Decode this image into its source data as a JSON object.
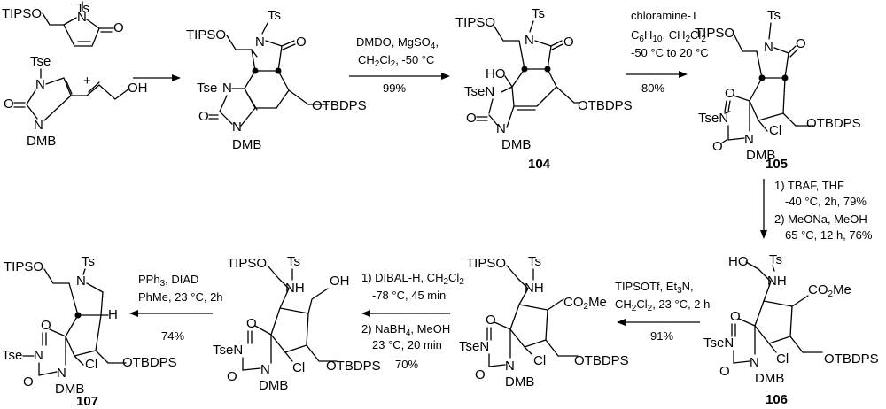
{
  "scheme": {
    "start": {
      "atoms": [
        "TIPSO",
        "N",
        "Ts",
        "O",
        "Tse",
        "N",
        "O",
        "N",
        "DMB",
        "OH"
      ],
      "plus": "+"
    },
    "intermediate": {
      "atoms": [
        "TIPSO",
        "N",
        "Ts",
        "O",
        "Tse",
        "N",
        "O",
        "N",
        "DMB",
        "OTBDPS"
      ]
    },
    "step1": {
      "reagent": "DMDO, MgSO",
      "reagent_sub": "4",
      "solvent": "CH",
      "solvent_sub1": "2",
      "solvent_mid": "Cl",
      "solvent_sub2": "2",
      "temp": ", -50 °C",
      "yield": "99%"
    },
    "c104": {
      "label": "104",
      "atoms": [
        "TIPSO",
        "N",
        "Ts",
        "O",
        "HO",
        "TseN",
        "O",
        "N",
        "DMB",
        "OTBDPS"
      ]
    },
    "step2": {
      "line1": "chloramine-T",
      "line2a": "C",
      "line2b": "6",
      "line2c": "H",
      "line2d": "10",
      "line2e": ", CH",
      "line2f": "2",
      "line2g": "Cl",
      "line2h": "2",
      "line3": "-50 °C to 20 °C",
      "yield": "80%"
    },
    "c105": {
      "label": "105",
      "atoms": [
        "TIPSO",
        "N",
        "Ts",
        "O",
        "O",
        "TseN",
        "N",
        "O",
        "DMB",
        "Cl",
        "OTBDPS"
      ]
    },
    "step3": {
      "line1": "1) TBAF, THF",
      "line2": "-40 °C, 2h, 79%",
      "line3": "2) MeONa, MeOH",
      "line4": "65 °C, 12 h, 76%"
    },
    "c106": {
      "label": "106",
      "atoms": [
        "HO",
        "Ts",
        "NH",
        "CO",
        "2",
        "Me",
        "O",
        "TseN",
        "N",
        "O",
        "DMB",
        "Cl",
        "OTBDPS"
      ]
    },
    "step4": {
      "line1a": "TIPSOTf, Et",
      "line1b": "3",
      "line1c": "N,",
      "line2a": "CH",
      "line2b": "2",
      "line2c": "Cl",
      "line2d": "2",
      "line2e": ", 23 °C, 2 h",
      "yield": "91%"
    },
    "c106a": {
      "atoms": [
        "TIPSO",
        "Ts",
        "NH",
        "CO",
        "2",
        "Me",
        "O",
        "TseN",
        "N",
        "O",
        "DMB",
        "Cl",
        "OTBDPS"
      ]
    },
    "step5": {
      "line1a": "1) DIBAL-H, CH",
      "line1b": "2",
      "line1c": "Cl",
      "line1d": "2",
      "line2": "-78 °C, 45 min",
      "line3a": "2) NaBH",
      "line3b": "4",
      "line3c": ", MeOH",
      "line4": "23 °C, 20 min",
      "yield": "70%"
    },
    "c106b": {
      "atoms": [
        "TIPSO",
        "Ts",
        "NH",
        "OH",
        "O",
        "TseN",
        "N",
        "O",
        "DMB",
        "Cl",
        "OTBDPS"
      ]
    },
    "step6": {
      "line1": "PPh",
      "line1sub": "3",
      "line1b": ", DIAD",
      "line2": "PhMe, 23 °C, 2h",
      "yield": "74%"
    },
    "c107": {
      "label": "107",
      "atoms": [
        "TIPSO",
        "N",
        "Ts",
        "O",
        "H",
        "Tse",
        "N",
        "N",
        "O",
        "DMB",
        "Cl",
        "OTBDPS"
      ]
    }
  }
}
